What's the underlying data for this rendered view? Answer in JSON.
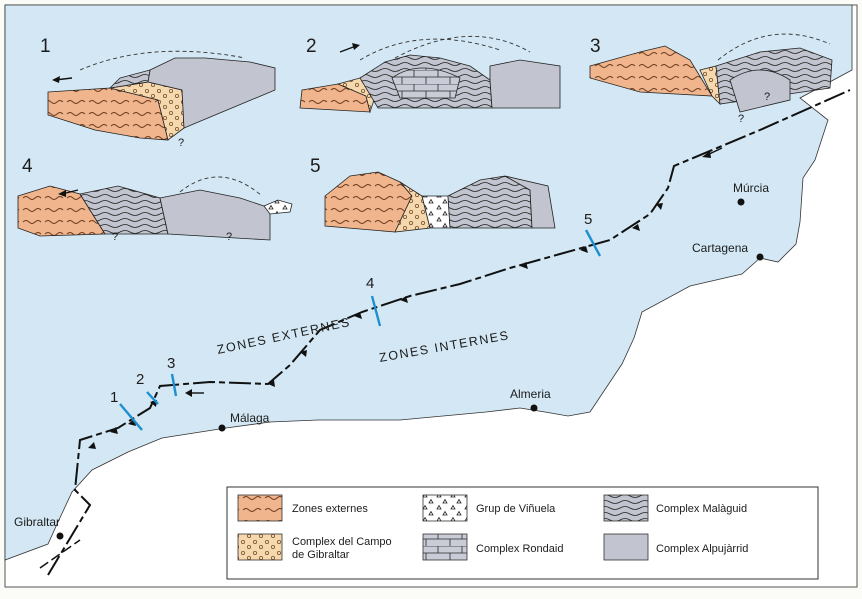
{
  "map": {
    "cities": {
      "murcia": "Múrcia",
      "cartagena": "Cartagena",
      "almeria": "Almeria",
      "malaga": "Málaga",
      "gibraltar": "Gibraltar"
    },
    "zones": {
      "externes": "ZONES EXTERNES",
      "internes": "ZONES INTERNES"
    },
    "section_markers": [
      "1",
      "2",
      "3",
      "4",
      "5"
    ],
    "unknown_mark": "?"
  },
  "cross_sections": [
    {
      "number": "1"
    },
    {
      "number": "2"
    },
    {
      "number": "3"
    },
    {
      "number": "4"
    },
    {
      "number": "5"
    }
  ],
  "legend": {
    "items": [
      {
        "label_lines": [
          "Zones externes"
        ],
        "color": "#f0b58d"
      },
      {
        "label_lines": [
          "Complex del Campo",
          "de Gibraltar"
        ],
        "color": "#f6d8ae"
      },
      {
        "label_lines": [
          "Grup de Viñuela"
        ],
        "color": "#ffffff"
      },
      {
        "label_lines": [
          "Complex Rondaid"
        ],
        "color": "#c9ccd6"
      },
      {
        "label_lines": [
          "Complex Malàguid"
        ],
        "color": "#c2c5cf"
      },
      {
        "label_lines": [
          "Complex Alpujàrrid"
        ],
        "color": "#c2c5cf"
      }
    ]
  },
  "colors": {
    "sea": "#ffffff",
    "land": "#d3e8f4",
    "background": "#fbfbf7",
    "thrust": "#111111",
    "section_line": "#1d8fcf"
  }
}
